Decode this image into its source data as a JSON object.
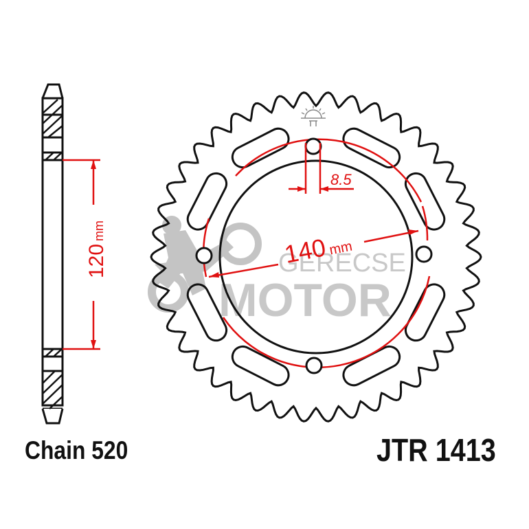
{
  "diagram": {
    "type": "rear-sprocket-technical-drawing",
    "chain_label": "Chain 520",
    "part_number_label": "JTR 1413",
    "dimensions": {
      "side_height": {
        "value": "120",
        "unit": "mm"
      },
      "bolt_circle_diameter": {
        "value": "140",
        "unit": "mm"
      },
      "bolt_hole_diameter": {
        "value": "8.5"
      }
    },
    "watermark": {
      "line1": "GERECSE",
      "line2": "MOTOR"
    },
    "geometry": {
      "teeth": 42,
      "bolt_holes": 4,
      "lightening_slots": 8
    },
    "colors": {
      "outline": "#111111",
      "dimension": "#e01010",
      "watermark": "#bdbdbd",
      "background": "#ffffff"
    },
    "icons": {
      "brand_logo": "sun-logo-icon"
    }
  }
}
